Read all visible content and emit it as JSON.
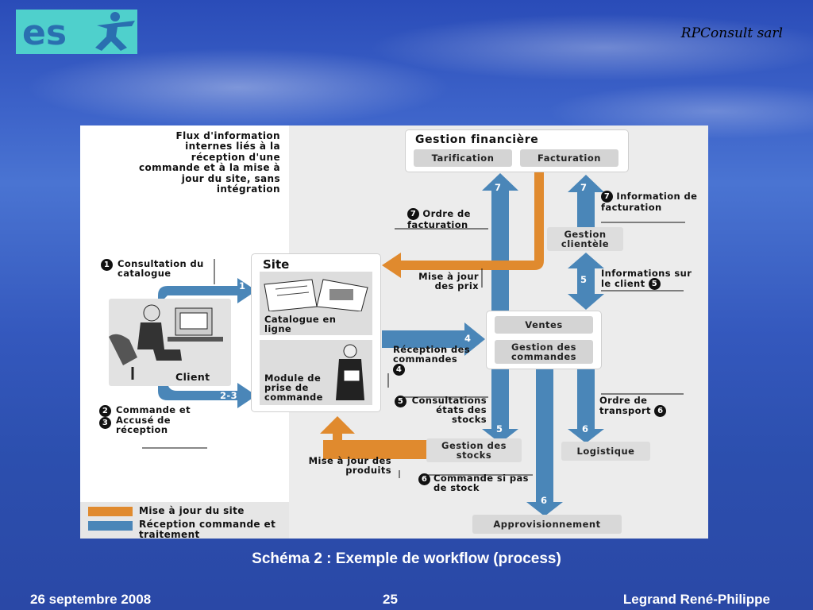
{
  "header": {
    "logo_text": "es",
    "company": "RPConsult sarl"
  },
  "diagram": {
    "intro": "Flux d'information internes liés à la réception d'une commande et à la mise à jour du site, sans intégration",
    "gestion_financiere": {
      "title": "Gestion financière",
      "tarification": "Tarification",
      "facturation": "Facturation"
    },
    "site": {
      "title": "Site",
      "catalogue": "Catalogue en ligne",
      "module": "Module de prise de commande"
    },
    "client": "Client",
    "ventes": {
      "ventes": "Ventes",
      "gestion": "Gestion des commandes"
    },
    "gestion_clientele": "Gestion clientèle",
    "gestion_stocks": "Gestion des stocks",
    "logistique": "Logistique",
    "approvisionnement": "Approvisionnement",
    "labels": {
      "consultation": "Consultation du catalogue",
      "commande_accuse": "Commande et Accusé de réception",
      "ordre_facturation": "Ordre de facturation",
      "maj_prix": "Mise à jour des prix",
      "info_facturation": "Information de facturation",
      "info_client": "Informations sur le client",
      "reception_commandes": "Réception des commandes",
      "consultations_stocks": "Consultations états des stocks",
      "ordre_transport": "Ordre de transport",
      "maj_produits": "Mise à jour des produits",
      "commande_si_pas": "Commande si pas de stock"
    },
    "numbers": {
      "n1": "1",
      "n2": "2",
      "n3": "3",
      "n4": "4",
      "n5": "5",
      "n6": "6",
      "n7": "7",
      "n23": "2-3"
    },
    "legend": {
      "orange": "Mise à jour du site",
      "blue": "Réception commande et traitement"
    },
    "colors": {
      "orange": "#e08a2e",
      "blue": "#4a86b8",
      "gray": "#d4d4d4"
    }
  },
  "caption": "Schéma 2 : Exemple de workflow (process)",
  "footer": {
    "date": "26 septembre 2008",
    "page": "25",
    "author": "Legrand René-Philippe"
  }
}
